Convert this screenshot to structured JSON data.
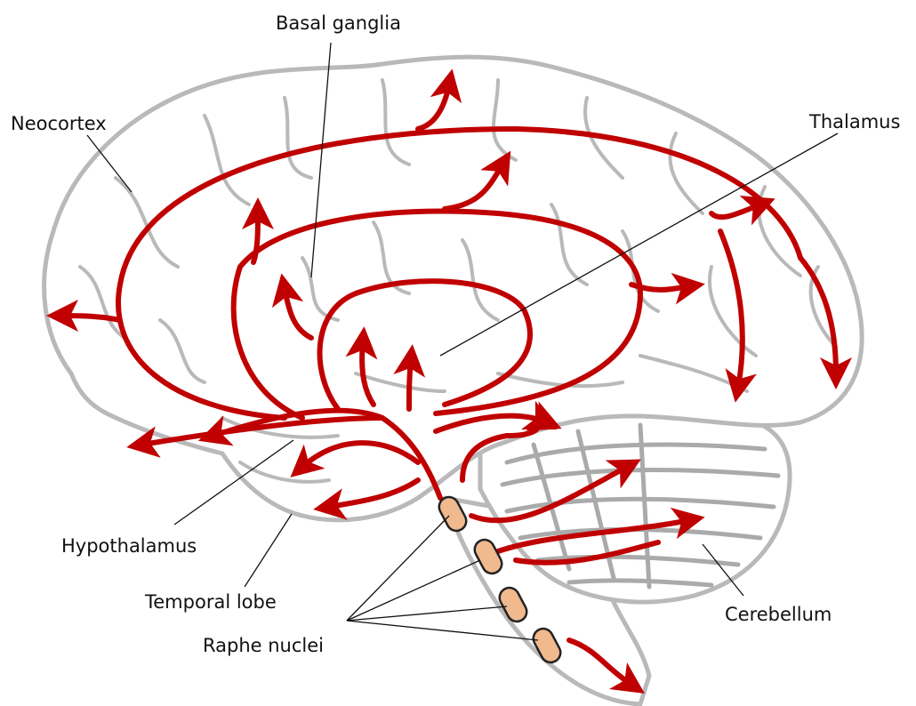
{
  "labels": {
    "basal_ganglia": "Basal ganglia",
    "neocortex": "Neocortex",
    "thalamus": "Thalamus",
    "hypothalamus": "Hypothalamus",
    "temporal_lobe": "Temporal lobe",
    "cerebellum": "Cerebellum",
    "raphe_nuclei": "Raphe nuclei"
  },
  "colors": {
    "pathway": "#c00000",
    "brain_outline": "#b9b9b9",
    "nuclei_fill": "#f0b98e"
  }
}
